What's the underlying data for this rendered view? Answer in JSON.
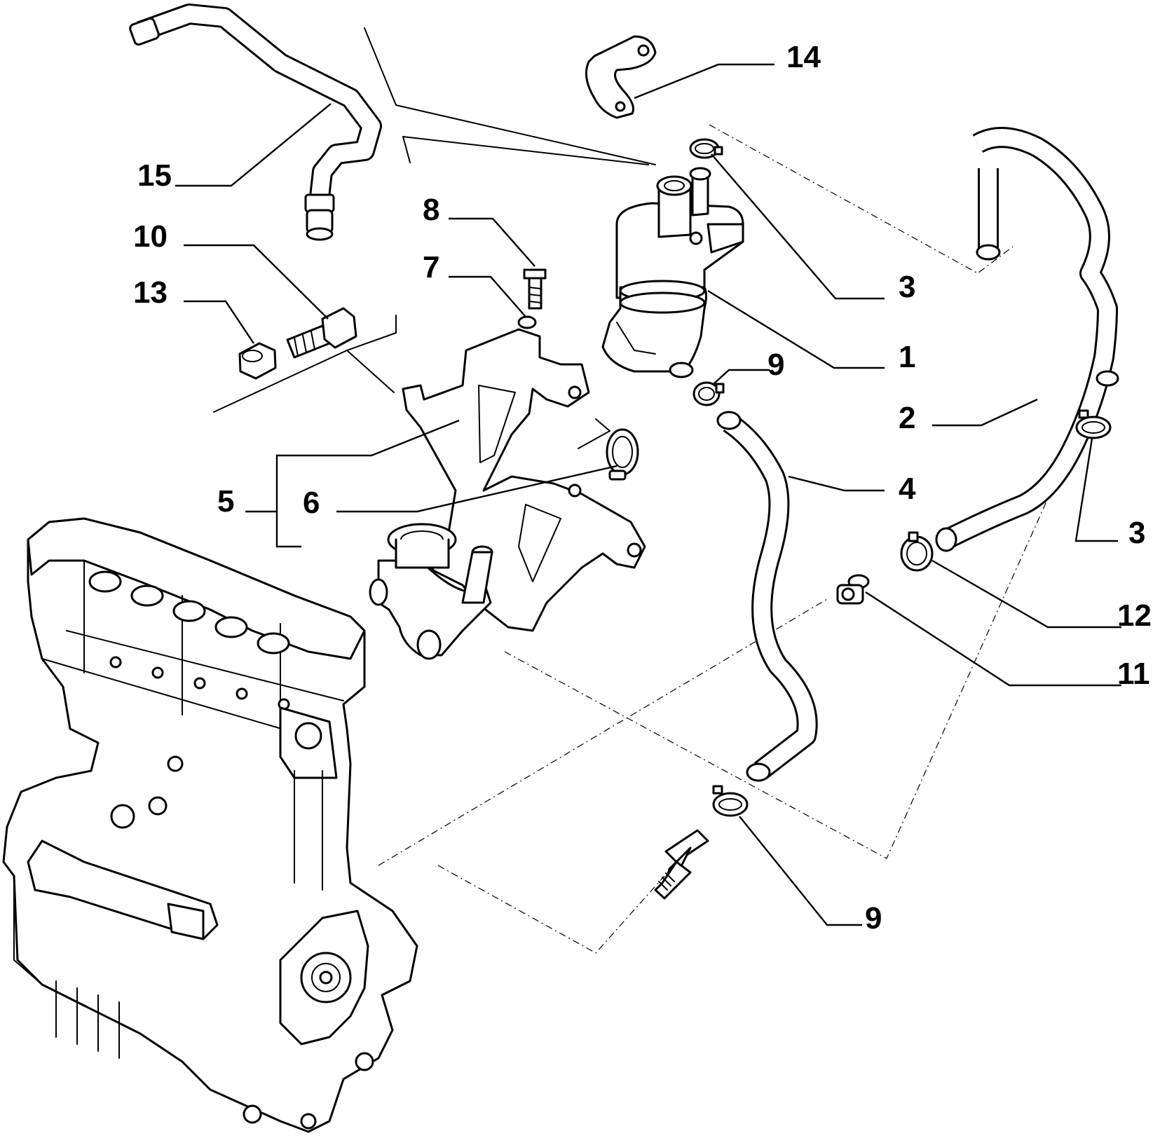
{
  "callouts": {
    "c1": "1",
    "c2": "2",
    "c3a": "3",
    "c3b": "3",
    "c4": "4",
    "c5": "5",
    "c6": "6",
    "c7": "7",
    "c8": "8",
    "c9a": "9",
    "c9b": "9",
    "c10": "10",
    "c11": "11",
    "c12": "12",
    "c13": "13",
    "c14": "14",
    "c15": "15"
  }
}
